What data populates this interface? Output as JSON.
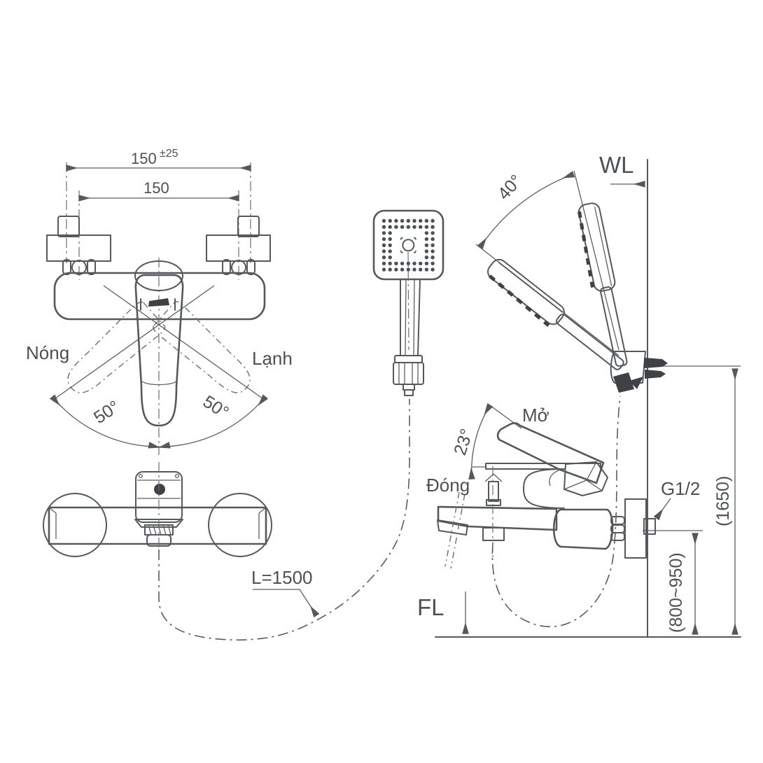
{
  "colors": {
    "line": "#55585d",
    "dark": "#3e4146",
    "text": "#4d5055",
    "background": "#ffffff"
  },
  "front_view": {
    "dim_outer_value": "150",
    "dim_outer_tol": "±25",
    "dim_inner_value": "150",
    "hot_label": "Nóng",
    "cold_label": "Lạnh",
    "swing_left_angle": "50°",
    "swing_right_angle": "50°"
  },
  "plan_view": {
    "hose_length": "L=1500"
  },
  "side_view": {
    "open_label": "Mở",
    "lever_angle": "23°",
    "close_label": "Đóng",
    "thread_size": "G1/2"
  },
  "hand_shower": {
    "swivel_angle": "40°"
  },
  "levels": {
    "water_line": "WL",
    "floor_line": "FL",
    "shower_holder_height": "(1650)",
    "mixer_height": "(800~950)"
  }
}
